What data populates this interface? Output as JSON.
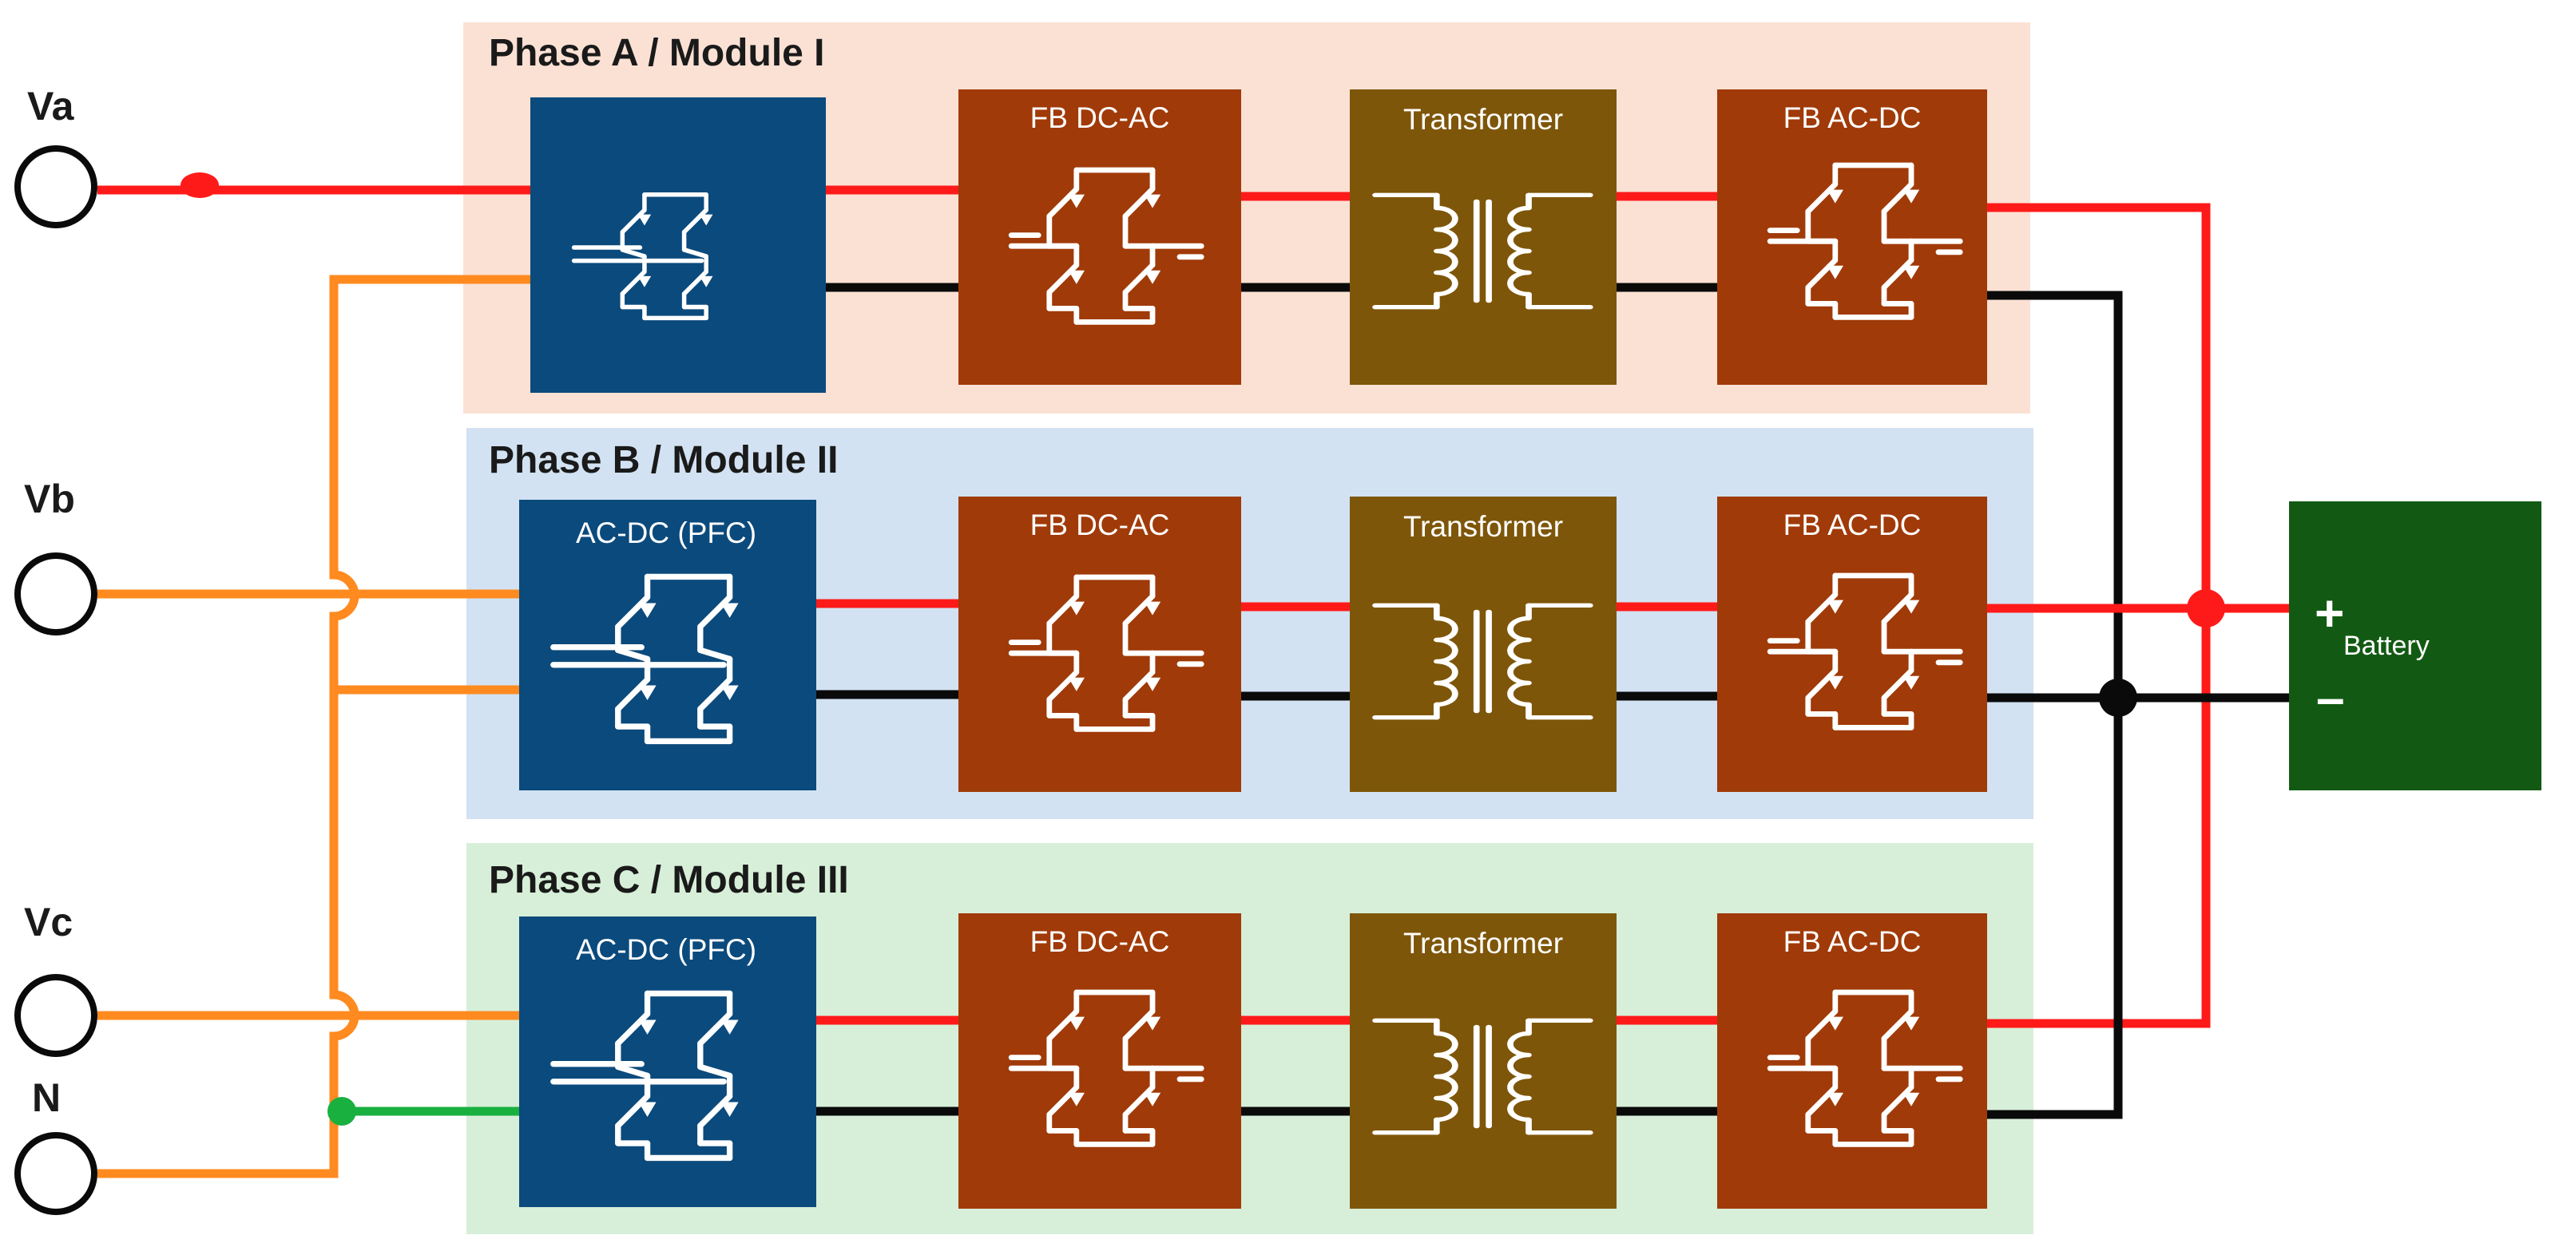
{
  "colors": {
    "panel_a": "#fbe1d4",
    "panel_b": "#d2e2f2",
    "panel_c": "#d7efd8",
    "rectifier": "#0b4a7c",
    "fb": "#a03a08",
    "transformer": "#7e5609",
    "battery": "#125a13",
    "wire_red": "#ff1a1a",
    "wire_black": "#0a0a0a",
    "wire_orange": "#ff8a1f",
    "wire_green": "#19b040"
  },
  "inputs": [
    {
      "id": "va",
      "label": "Va"
    },
    {
      "id": "vb",
      "label": "Vb"
    },
    {
      "id": "vc",
      "label": "Vc"
    },
    {
      "id": "n",
      "label": "N"
    }
  ],
  "phases": [
    {
      "id": "a",
      "title": "Phase A / Module I",
      "blocks": [
        {
          "id": "rect",
          "label": "",
          "icon": "rectifier-bridge-icon"
        },
        {
          "id": "fb-dcac",
          "label": "FB DC-AC",
          "icon": "full-bridge-icon"
        },
        {
          "id": "transformer",
          "label": "Transformer",
          "icon": "transformer-coil-icon"
        },
        {
          "id": "fb-acdc",
          "label": "FB AC-DC",
          "icon": "full-bridge-icon"
        }
      ]
    },
    {
      "id": "b",
      "title": "Phase B / Module II",
      "blocks": [
        {
          "id": "rect",
          "label": "AC-DC (PFC)",
          "icon": "rectifier-bridge-icon"
        },
        {
          "id": "fb-dcac",
          "label": "FB DC-AC",
          "icon": "full-bridge-icon"
        },
        {
          "id": "transformer",
          "label": "Transformer",
          "icon": "transformer-coil-icon"
        },
        {
          "id": "fb-acdc",
          "label": "FB AC-DC",
          "icon": "full-bridge-icon"
        }
      ]
    },
    {
      "id": "c",
      "title": "Phase C / Module III",
      "blocks": [
        {
          "id": "rect",
          "label": "AC-DC (PFC)",
          "icon": "rectifier-bridge-icon"
        },
        {
          "id": "fb-dcac",
          "label": "FB DC-AC",
          "icon": "full-bridge-icon"
        },
        {
          "id": "transformer",
          "label": "Transformer",
          "icon": "transformer-coil-icon"
        },
        {
          "id": "fb-acdc",
          "label": "FB AC-DC",
          "icon": "full-bridge-icon"
        }
      ]
    }
  ],
  "battery": {
    "label": "Battery",
    "plus": "+",
    "minus": "–"
  }
}
